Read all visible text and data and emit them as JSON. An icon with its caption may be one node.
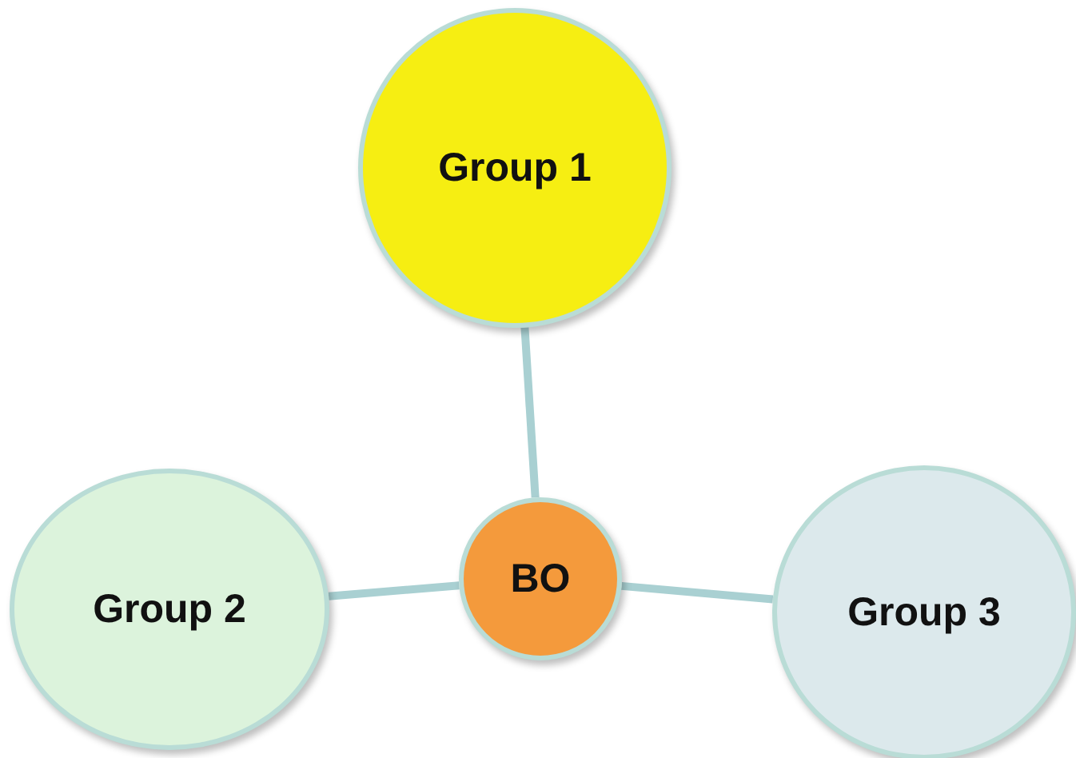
{
  "diagram": {
    "nodes": [
      {
        "text": [
          "Group 1"
        ]
      },
      {
        "text": [
          "BO"
        ]
      },
      {
        "text": [
          "Group 2"
        ]
      },
      {
        "text": [
          "Group 3"
        ]
      }
    ],
    "edges": [
      {
        "from": 1,
        "to": 0,
        "arrow": "none"
      },
      {
        "from": 1,
        "to": 2,
        "arrow": "none"
      },
      {
        "from": 1,
        "to": 3,
        "arrow": "none"
      }
    ]
  }
}
